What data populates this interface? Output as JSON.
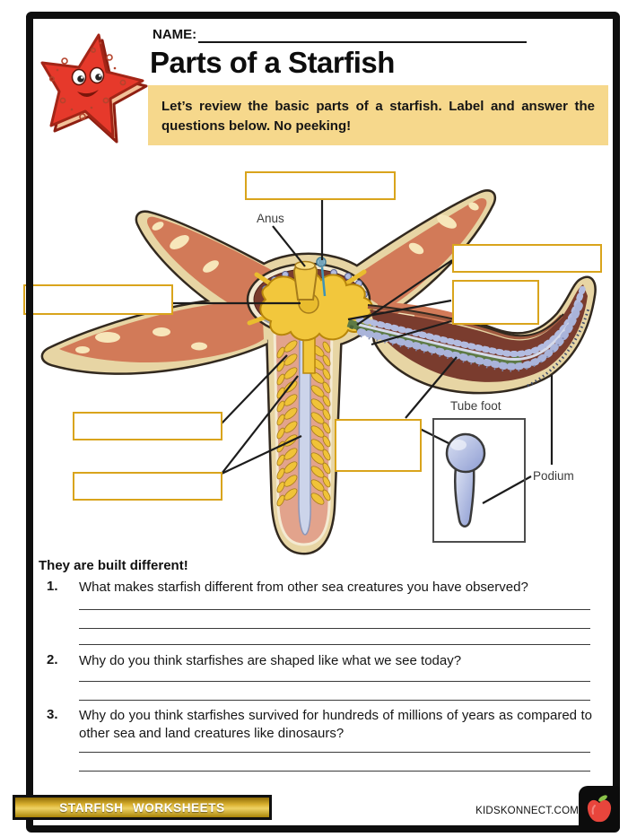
{
  "header": {
    "name_label": "NAME:",
    "title": "Parts of a Starfish",
    "instruction": "Let’s review the basic parts of a starfish. Label and answer the questions below. No peeking!"
  },
  "diagram": {
    "annotations": {
      "anus": "Anus",
      "tube_foot": "Tube foot",
      "podium": "Podium"
    },
    "blank_label_boxes": [
      "top",
      "left",
      "upper-right",
      "right",
      "center",
      "lower-left-1",
      "lower-left-2"
    ]
  },
  "questions": {
    "heading": "They are built different!",
    "items": [
      {
        "num": "1.",
        "text": "What makes starfish different from other sea creatures you have observed?",
        "answer_lines": 3
      },
      {
        "num": "2.",
        "text": "Why do you think starfishes are shaped like what we see today?",
        "answer_lines": 2
      },
      {
        "num": "3.",
        "text": "Why do you think starfishes survived for hundreds of millions of years as compared to other sea and land creatures like dinosaurs?",
        "answer_lines": 2
      }
    ]
  },
  "footer": {
    "badge": "STARFISH WORKSHEETS",
    "site": "KIDSKONNECT.COM"
  },
  "colors": {
    "accent_gold": "#D9A41C",
    "instruction_bg": "#F6D88C",
    "badge_gold": "#D9B02F",
    "mascot_red": "#E6392B",
    "body_cream": "#E7D5A4",
    "body_salmon": "#D27A58",
    "cavity_maroon": "#7A3C2E",
    "stomach_yellow": "#F2C73C",
    "podia_lavender": "#AAB4DA",
    "gland_green": "#5D7A45"
  }
}
